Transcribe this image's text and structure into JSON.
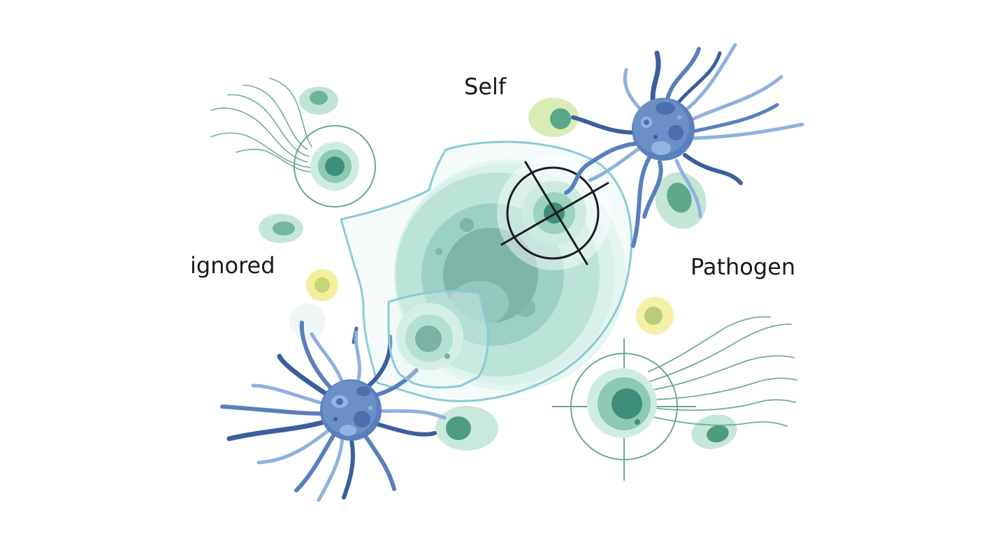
{
  "labels": {
    "self": "Self",
    "ignored": "ignored",
    "pathogen": "Pathogen"
  },
  "colors": {
    "cell_outer": "#d3eee5",
    "cell_mid": "#a4d9c6",
    "cell_inner": "#6fbca6",
    "cell_nucleus": "#3e8f79",
    "immune_body": "#5a7fbd",
    "immune_dark": "#3b5e9c",
    "immune_light": "#93b4df",
    "tendril_light": "#8fb1dc",
    "shield_stroke": "#88cbd6",
    "shield_fill": "#e4f5f4",
    "target_dark": "#1b1b24",
    "target_green": "#6aaa8c",
    "yellow_cell": "#f4ef9c",
    "yellow_nucleus": "#d7d95a",
    "lime_cell": "#d9ecb5",
    "wavy_green": "#6fae90",
    "text": "#1a1a1a"
  },
  "icons": [
    "central-self-cell-icon",
    "shield-icon",
    "crosshair-target-icon",
    "immune-cell-icon",
    "target-ring-icon",
    "pathogen-icon"
  ]
}
